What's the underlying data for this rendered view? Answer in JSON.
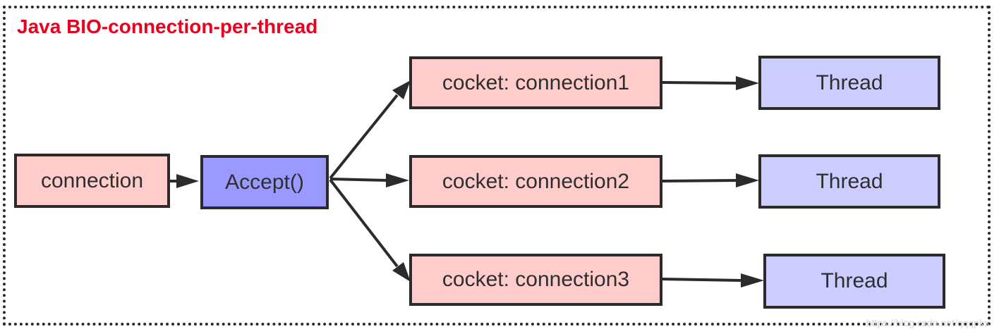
{
  "diagram": {
    "title": "Java BIO-connection-per-thread",
    "nodes": {
      "connection": "connection",
      "accept": "Accept()",
      "socket1": "cocket: connection1",
      "socket2": "cocket: connection2",
      "socket3": "cocket: connection3",
      "thread1": "Thread",
      "thread2": "Thread",
      "thread3": "Thread"
    },
    "edges": [
      {
        "from": "connection",
        "to": "accept"
      },
      {
        "from": "accept",
        "to": "socket1"
      },
      {
        "from": "accept",
        "to": "socket2"
      },
      {
        "from": "accept",
        "to": "socket3"
      },
      {
        "from": "socket1",
        "to": "thread1"
      },
      {
        "from": "socket2",
        "to": "thread2"
      },
      {
        "from": "socket3",
        "to": "thread3"
      }
    ],
    "colors": {
      "title": "#e8001f",
      "connection_box": "#ffcccc",
      "accept_box": "#9999ff",
      "thread_box": "#ccccff",
      "border": "#2b2b2b"
    }
  },
  "watermark": "https://blog.csdn.net/qqqpks"
}
